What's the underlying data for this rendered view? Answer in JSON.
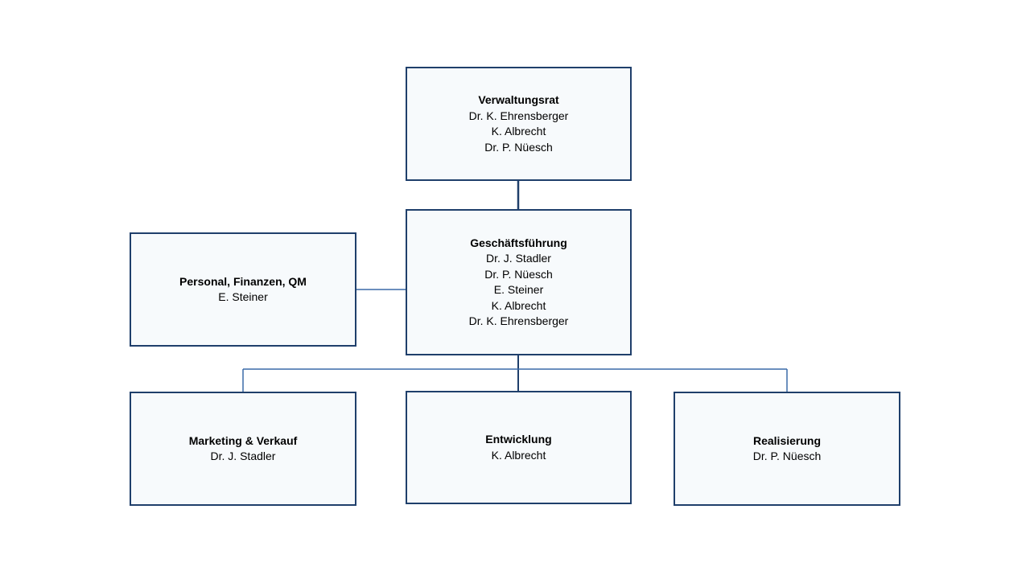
{
  "colors": {
    "box_border": "#1f3f6b",
    "box_fill": "#f7fafc",
    "connector_main": "#1f3f6b",
    "connector_branch": "#3a6aa8",
    "text": "#000000"
  },
  "units": {
    "verwaltungsrat": {
      "title": "Verwaltungsrat",
      "people": [
        "Dr. K. Ehrensberger",
        "K. Albrecht",
        "Dr. P. Nüesch"
      ]
    },
    "geschaeftsfuehrung": {
      "title": "Geschäftsführung",
      "people": [
        "Dr. J. Stadler",
        "Dr. P. Nüesch",
        "E. Steiner",
        "K. Albrecht",
        "Dr. K. Ehrensberger"
      ]
    },
    "personal": {
      "title": "Personal, Finanzen, QM",
      "people": [
        "E. Steiner"
      ]
    },
    "marketing": {
      "title": "Marketing & Verkauf",
      "people": [
        "Dr. J. Stadler"
      ]
    },
    "entwicklung": {
      "title": "Entwicklung",
      "people": [
        "K. Albrecht"
      ]
    },
    "realisierung": {
      "title": "Realisierung",
      "people": [
        "Dr. P. Nüesch"
      ]
    }
  }
}
